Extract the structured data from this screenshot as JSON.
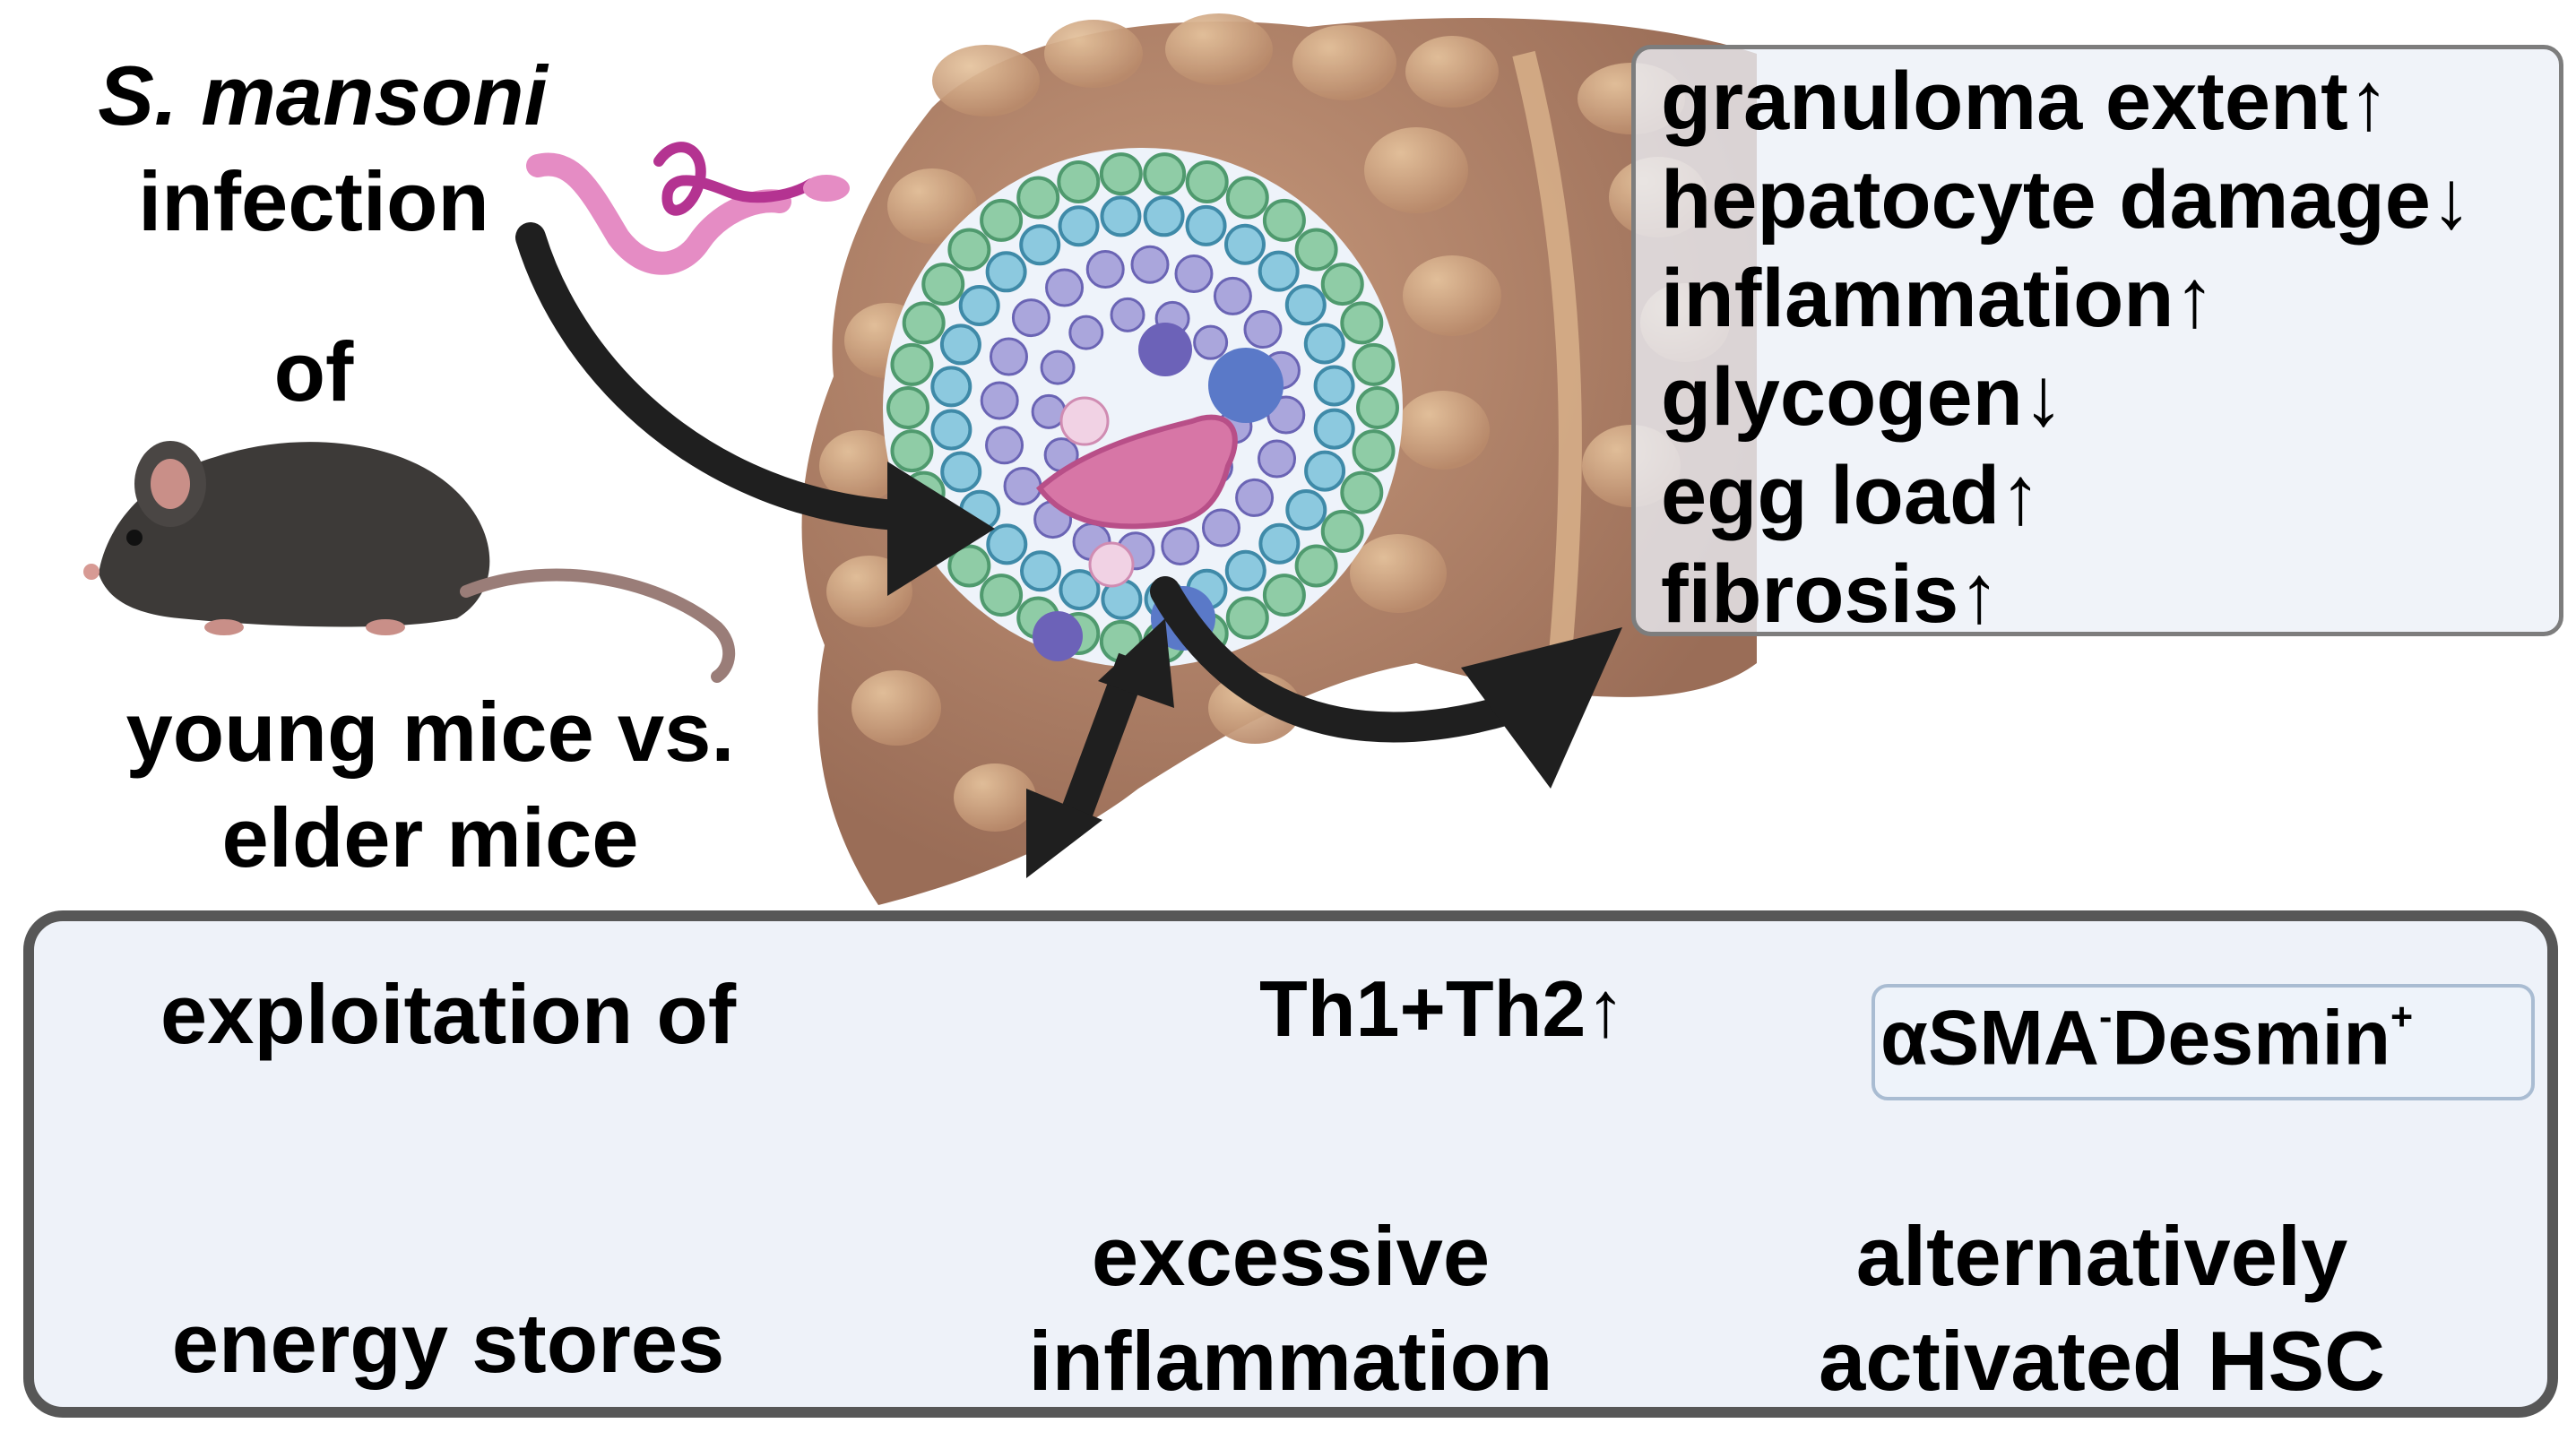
{
  "infection": {
    "organism": "S. mansoni",
    "line1": "infection",
    "line2": "of"
  },
  "comparison": {
    "line1": "young mice vs.",
    "line2": "elder mice"
  },
  "effects": [
    {
      "text": "granuloma extent",
      "arrow": "↑"
    },
    {
      "text": "hepatocyte damage",
      "arrow": "↓"
    },
    {
      "text": "inflammation",
      "arrow": "↑"
    },
    {
      "text": "glycogen",
      "arrow": "↓"
    },
    {
      "text": "egg load",
      "arrow": "↑"
    },
    {
      "text": "fibrosis",
      "arrow": "↑"
    }
  ],
  "mechanisms": {
    "energy": {
      "line1": "exploitation of",
      "line2": "energy stores"
    },
    "cytokines": {
      "label": "Th1+Th2",
      "arrow": "↑"
    },
    "inflammation": {
      "line1": "excessive",
      "line2": "inflammation"
    },
    "marker": {
      "asma": "αSMA",
      "asma_sign": "-",
      "desmin": "Desmin",
      "desmin_sign": "+"
    },
    "hsc": {
      "line1": "alternatively",
      "line2": "activated HSC"
    }
  },
  "colors": {
    "liver": "#a57861",
    "granuloma_bg": "#eef3fa",
    "egg": "#d776a6",
    "worm": "#d04a9b",
    "mouse": "#3d3a38",
    "glycogen_burst": "#f5ec6a",
    "hsc": "#5ea99e",
    "lymphocyte": "#a7aed9",
    "arrow": "#1f1f1f"
  },
  "icons": [
    "schistosome-worm-icon",
    "mouse-icon",
    "liver-icon",
    "granuloma-icon",
    "glycogen-burst-icon",
    "lymphocyte-icon",
    "cytokine-icon",
    "hepatic-stellate-cell-icon"
  ]
}
